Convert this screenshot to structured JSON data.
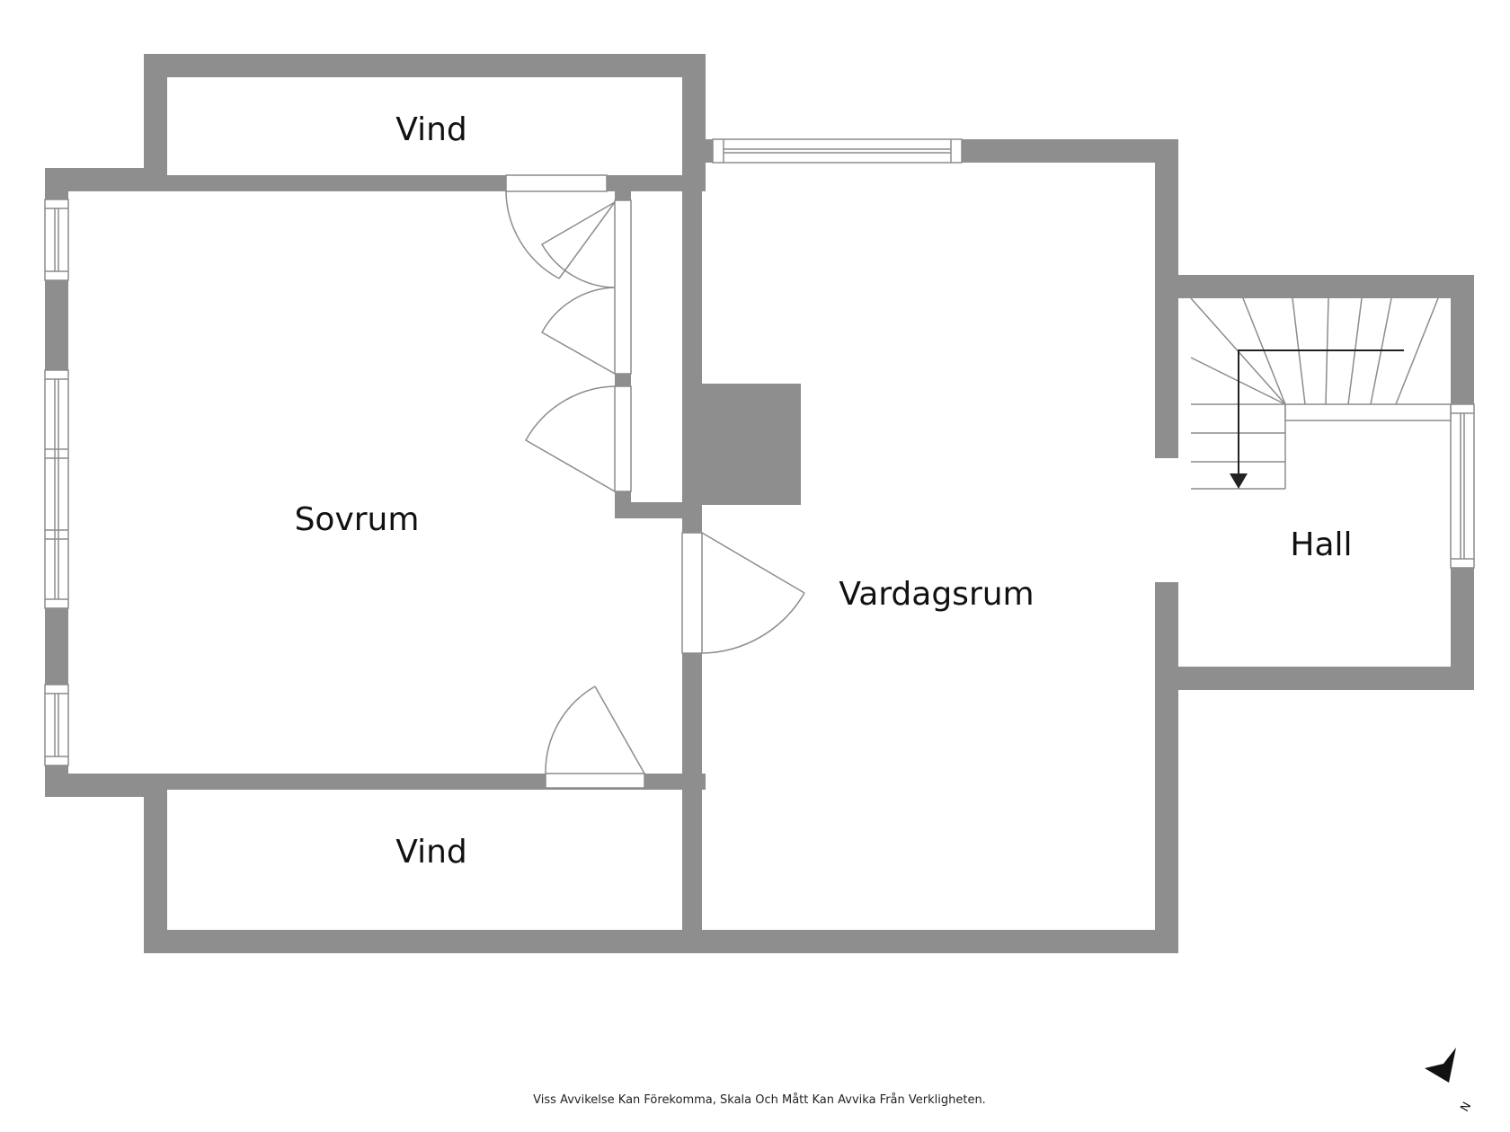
{
  "rooms": {
    "vind_top": "Vind",
    "sovrum": "Sovrum",
    "vardagsrum": "Vardagsrum",
    "hall": "Hall",
    "vind_bottom": "Vind"
  },
  "disclaimer": "Viss Avvikelse Kan Förekomma, Skala Och Mått Kan Avvika Från Verkligheten.",
  "compass": {
    "letter": "N"
  },
  "colors": {
    "wall": "#8e8e8e",
    "line": "#8c8c8c",
    "stair": "#222222"
  }
}
